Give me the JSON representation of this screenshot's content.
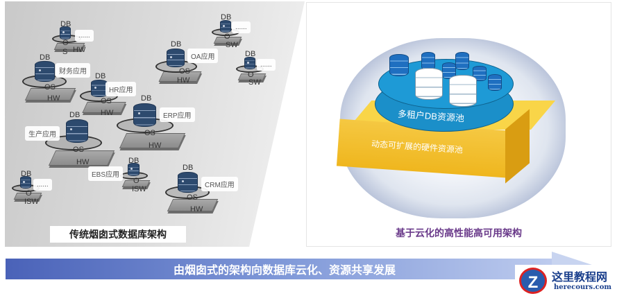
{
  "left": {
    "title": "传统烟囱式数据库架构",
    "layer_labels": {
      "db": "DB",
      "os": "OS",
      "hw": "HW",
      "o": "O",
      "s": "S",
      "sw": "SW",
      "isw": "ISW"
    },
    "nodes": [
      {
        "app": "......"
      },
      {
        "app": "财务应用"
      },
      {
        "app": "HR应用"
      },
      {
        "app": "生产应用"
      },
      {
        "app": "ERP应用"
      },
      {
        "app": "OA应用"
      },
      {
        "app": "......"
      },
      {
        "app": "......"
      },
      {
        "app": "EBS应用"
      },
      {
        "app": "CRM应用"
      },
      {
        "app": "......"
      }
    ]
  },
  "right": {
    "title": "基于云化的高性能高可用架构",
    "db_pool": "多租户DB资源池",
    "hw_pool": "动态可扩展的硬件资源池"
  },
  "arrow": {
    "text": "由烟囱式的架构向数据库云化、资源共享发展"
  },
  "watermark": {
    "name": "这里教程网",
    "url": "herecours.com"
  },
  "colors": {
    "db": "#2d4a6e",
    "pool_blue": "#1e9ad6",
    "hw_yellow": "#f5c842",
    "title_purple": "#6a3a8a",
    "arrow": "#4a62b8"
  }
}
